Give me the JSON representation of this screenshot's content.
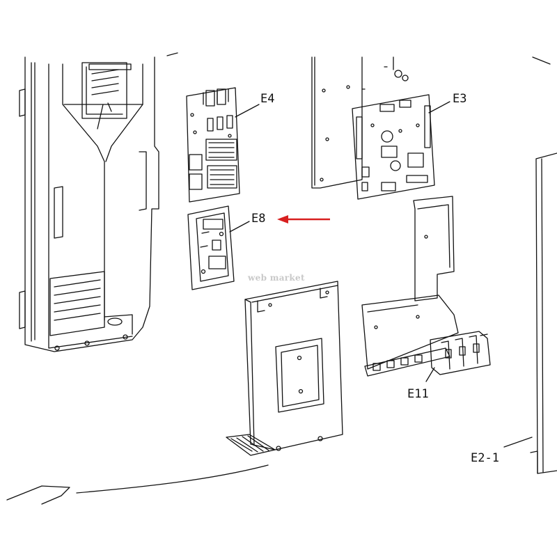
{
  "labels": {
    "e4": "E4",
    "e3": "E3",
    "e8": "E8",
    "e11": "E11",
    "e2_1": "E2-1"
  },
  "watermark": "web market",
  "colors": {
    "line": "#111111",
    "arrow": "#d81f1f",
    "watermark": "#c9c9c9"
  }
}
